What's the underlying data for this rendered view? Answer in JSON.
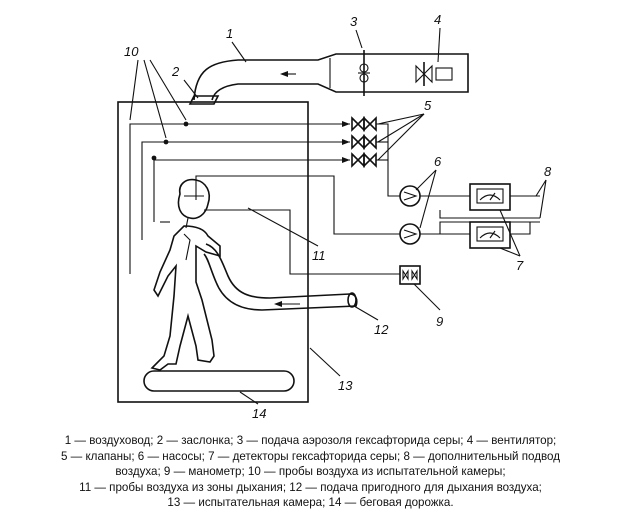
{
  "labels": {
    "l1": "1",
    "l2": "2",
    "l3": "3",
    "l4": "4",
    "l5": "5",
    "l6": "6",
    "l7": "7",
    "l8": "8",
    "l9": "9",
    "l10": "10",
    "l11": "11",
    "l12": "12",
    "l13": "13",
    "l14": "14"
  },
  "caption": {
    "line1": "1 — воздуховод; 2 — заслонка; 3 — подача аэрозоля гексафторида серы; 4 — вентилятор;",
    "line2": "5 — клапаны; 6 — насосы; 7 — детекторы гексафторида серы; 8 — дополнительный подвод",
    "line3": "воздуха; 9 — манометр; 10 — пробы воздуха из испытательной камеры;",
    "line4": "11 — пробы воздуха из зоны дыхания; 12 — подача пригодного для дыхания воздуха;",
    "line5": "13 — испытательная камера; 14 — беговая дорожка."
  }
}
